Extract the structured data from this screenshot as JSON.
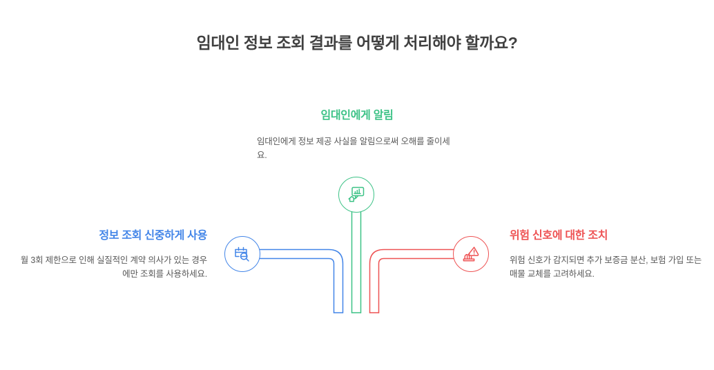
{
  "title": "임대인 정보 조회 결과를 어떻게 처리해야 할까요?",
  "colors": {
    "blue": "#4285e8",
    "green": "#3cc286",
    "red": "#ee5253",
    "title_text": "#404040",
    "body_text": "#595959",
    "background": "#ffffff"
  },
  "nodes": {
    "left": {
      "heading": "정보 조회 신중하게 사용",
      "body": "월 3회 제한으로 인해 실질적인 계약 의사가 있는 경우에만 조회를 사용하세요.",
      "color": "#4285e8",
      "icon": "calendar-search-icon"
    },
    "center": {
      "heading": "임대인에게 알림",
      "body": "임대인에게 정보 제공 사실을 알림으로써 오해를 줄이세요.",
      "color": "#3cc286",
      "icon": "chart-message-house-icon"
    },
    "right": {
      "heading": "위험 신호에 대한 조치",
      "body": "위험 신호가 감지되면 추가 보증금 분산, 보험 가입 또는 매물 교체를 고려하세요.",
      "color": "#ee5253",
      "icon": "warning-building-icon"
    }
  }
}
